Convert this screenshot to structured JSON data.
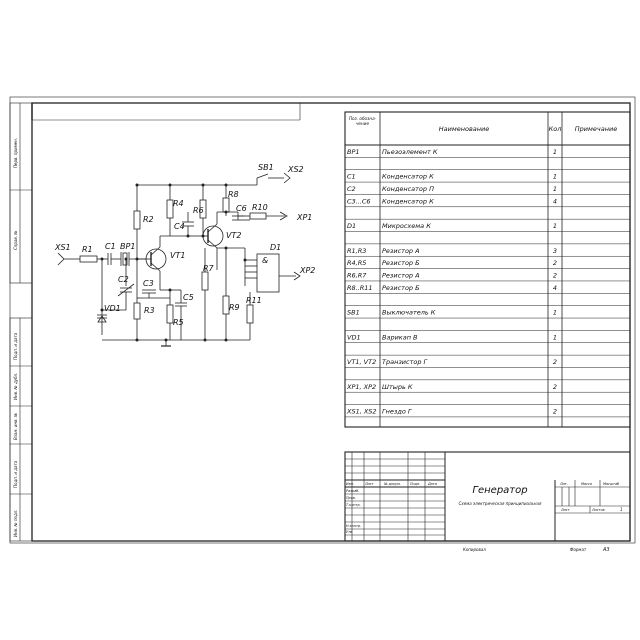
{
  "schematic_labels": {
    "xs1": "XS1",
    "r1": "R1",
    "c1": "C1",
    "bp1": "BP1",
    "vt1": "VT1",
    "r2": "R2",
    "r3": "R3",
    "r4": "R4",
    "r5": "R5",
    "r6": "R6",
    "c2": "C2",
    "vd1": "VD1",
    "c3": "C3",
    "c4": "C4",
    "c5": "C5",
    "vt2": "VT2",
    "r7": "R7",
    "r8": "R8",
    "r9": "R9",
    "r10": "R10",
    "r11": "R11",
    "c6": "C6",
    "sb1": "SB1",
    "xs2": "XS2",
    "xp1": "XP1",
    "xp2": "XP2",
    "d1": "D1",
    "and_symbol": "&"
  },
  "side_labels": [
    "Перв. примен.",
    "Справ. №",
    "Подп. и дата",
    "Инв. № дубл.",
    "Взам. инв. №",
    "Подп. и дата",
    "Инв. № подл."
  ],
  "parts_list": {
    "header": {
      "pos": "Поз. обозна- чение",
      "name": "Наименование",
      "qty": "Кол",
      "note": "Примечание"
    },
    "rows": [
      {
        "pos": "BP1",
        "name": "Пьезоэлемент К",
        "qty": "1"
      },
      {
        "pos": "",
        "name": "",
        "qty": ""
      },
      {
        "pos": "C1",
        "name": "Конденсатор К",
        "qty": "1"
      },
      {
        "pos": "C2",
        "name": "Конденсатор П",
        "qty": "1"
      },
      {
        "pos": "C3...C6",
        "name": "Конденсатор К",
        "qty": "4"
      },
      {
        "pos": "",
        "name": "",
        "qty": ""
      },
      {
        "pos": "D1",
        "name": "Микросхема К",
        "qty": "1"
      },
      {
        "pos": "",
        "name": "",
        "qty": ""
      },
      {
        "pos": "R1,R3",
        "name": "Резистор А",
        "qty": "3"
      },
      {
        "pos": "R4,R5",
        "name": "Резистор Б",
        "qty": "2"
      },
      {
        "pos": "R6,R7",
        "name": "Резистор А",
        "qty": "2"
      },
      {
        "pos": "R8..R11",
        "name": "Резистор Б",
        "qty": "4"
      },
      {
        "pos": "",
        "name": "",
        "qty": ""
      },
      {
        "pos": "SB1",
        "name": "Выключатель К",
        "qty": "1"
      },
      {
        "pos": "",
        "name": "",
        "qty": ""
      },
      {
        "pos": "VD1",
        "name": "Варикап В",
        "qty": "1"
      },
      {
        "pos": "",
        "name": "",
        "qty": ""
      },
      {
        "pos": "VT1, VT2",
        "name": "Транзистор Г",
        "qty": "2"
      },
      {
        "pos": "",
        "name": "",
        "qty": ""
      },
      {
        "pos": "XP1, XP2",
        "name": "Штырь К",
        "qty": "2"
      },
      {
        "pos": "",
        "name": "",
        "qty": ""
      },
      {
        "pos": "XS1, XS2",
        "name": "Гнездо Г",
        "qty": "2"
      }
    ]
  },
  "title_block": {
    "title": "Генератор",
    "subtitle": "Схема электрическая принципиальная",
    "col_izm": "Изм.",
    "col_list": "Лист",
    "col_docnum": "№ докум.",
    "col_podp": "Подп.",
    "col_data": "Дата",
    "row_razrab": "Разраб.",
    "row_prov": "Пров.",
    "row_tkontr": "Т.контр.",
    "row_nkontr": "Н.контр.",
    "row_utv": "Утв.",
    "lit": "Лит.",
    "massa": "Масса",
    "masshtab": "Масштаб",
    "list": "Лист",
    "listov": "Листов",
    "listov_value": "1"
  },
  "footer": {
    "kopiroval": "Копировал",
    "format_label": "Формат",
    "format_value": "А3"
  }
}
